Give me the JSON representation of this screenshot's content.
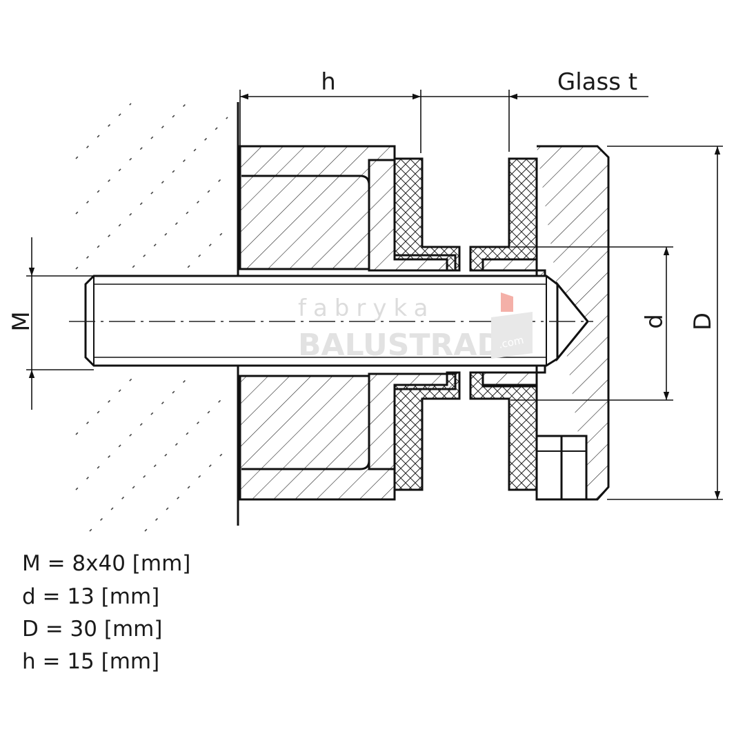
{
  "dimension_labels": {
    "h": "h",
    "glass_t": "Glass t",
    "M": "M",
    "d": "d",
    "D": "D"
  },
  "watermark": {
    "line1": "fabryka",
    "line2": "BALUSTRAD",
    "suffix": ".com"
  },
  "specs": [
    "M = 8x40 [mm]",
    "d = 13 [mm]",
    "D = 30 [mm]",
    "h = 15 [mm]"
  ]
}
